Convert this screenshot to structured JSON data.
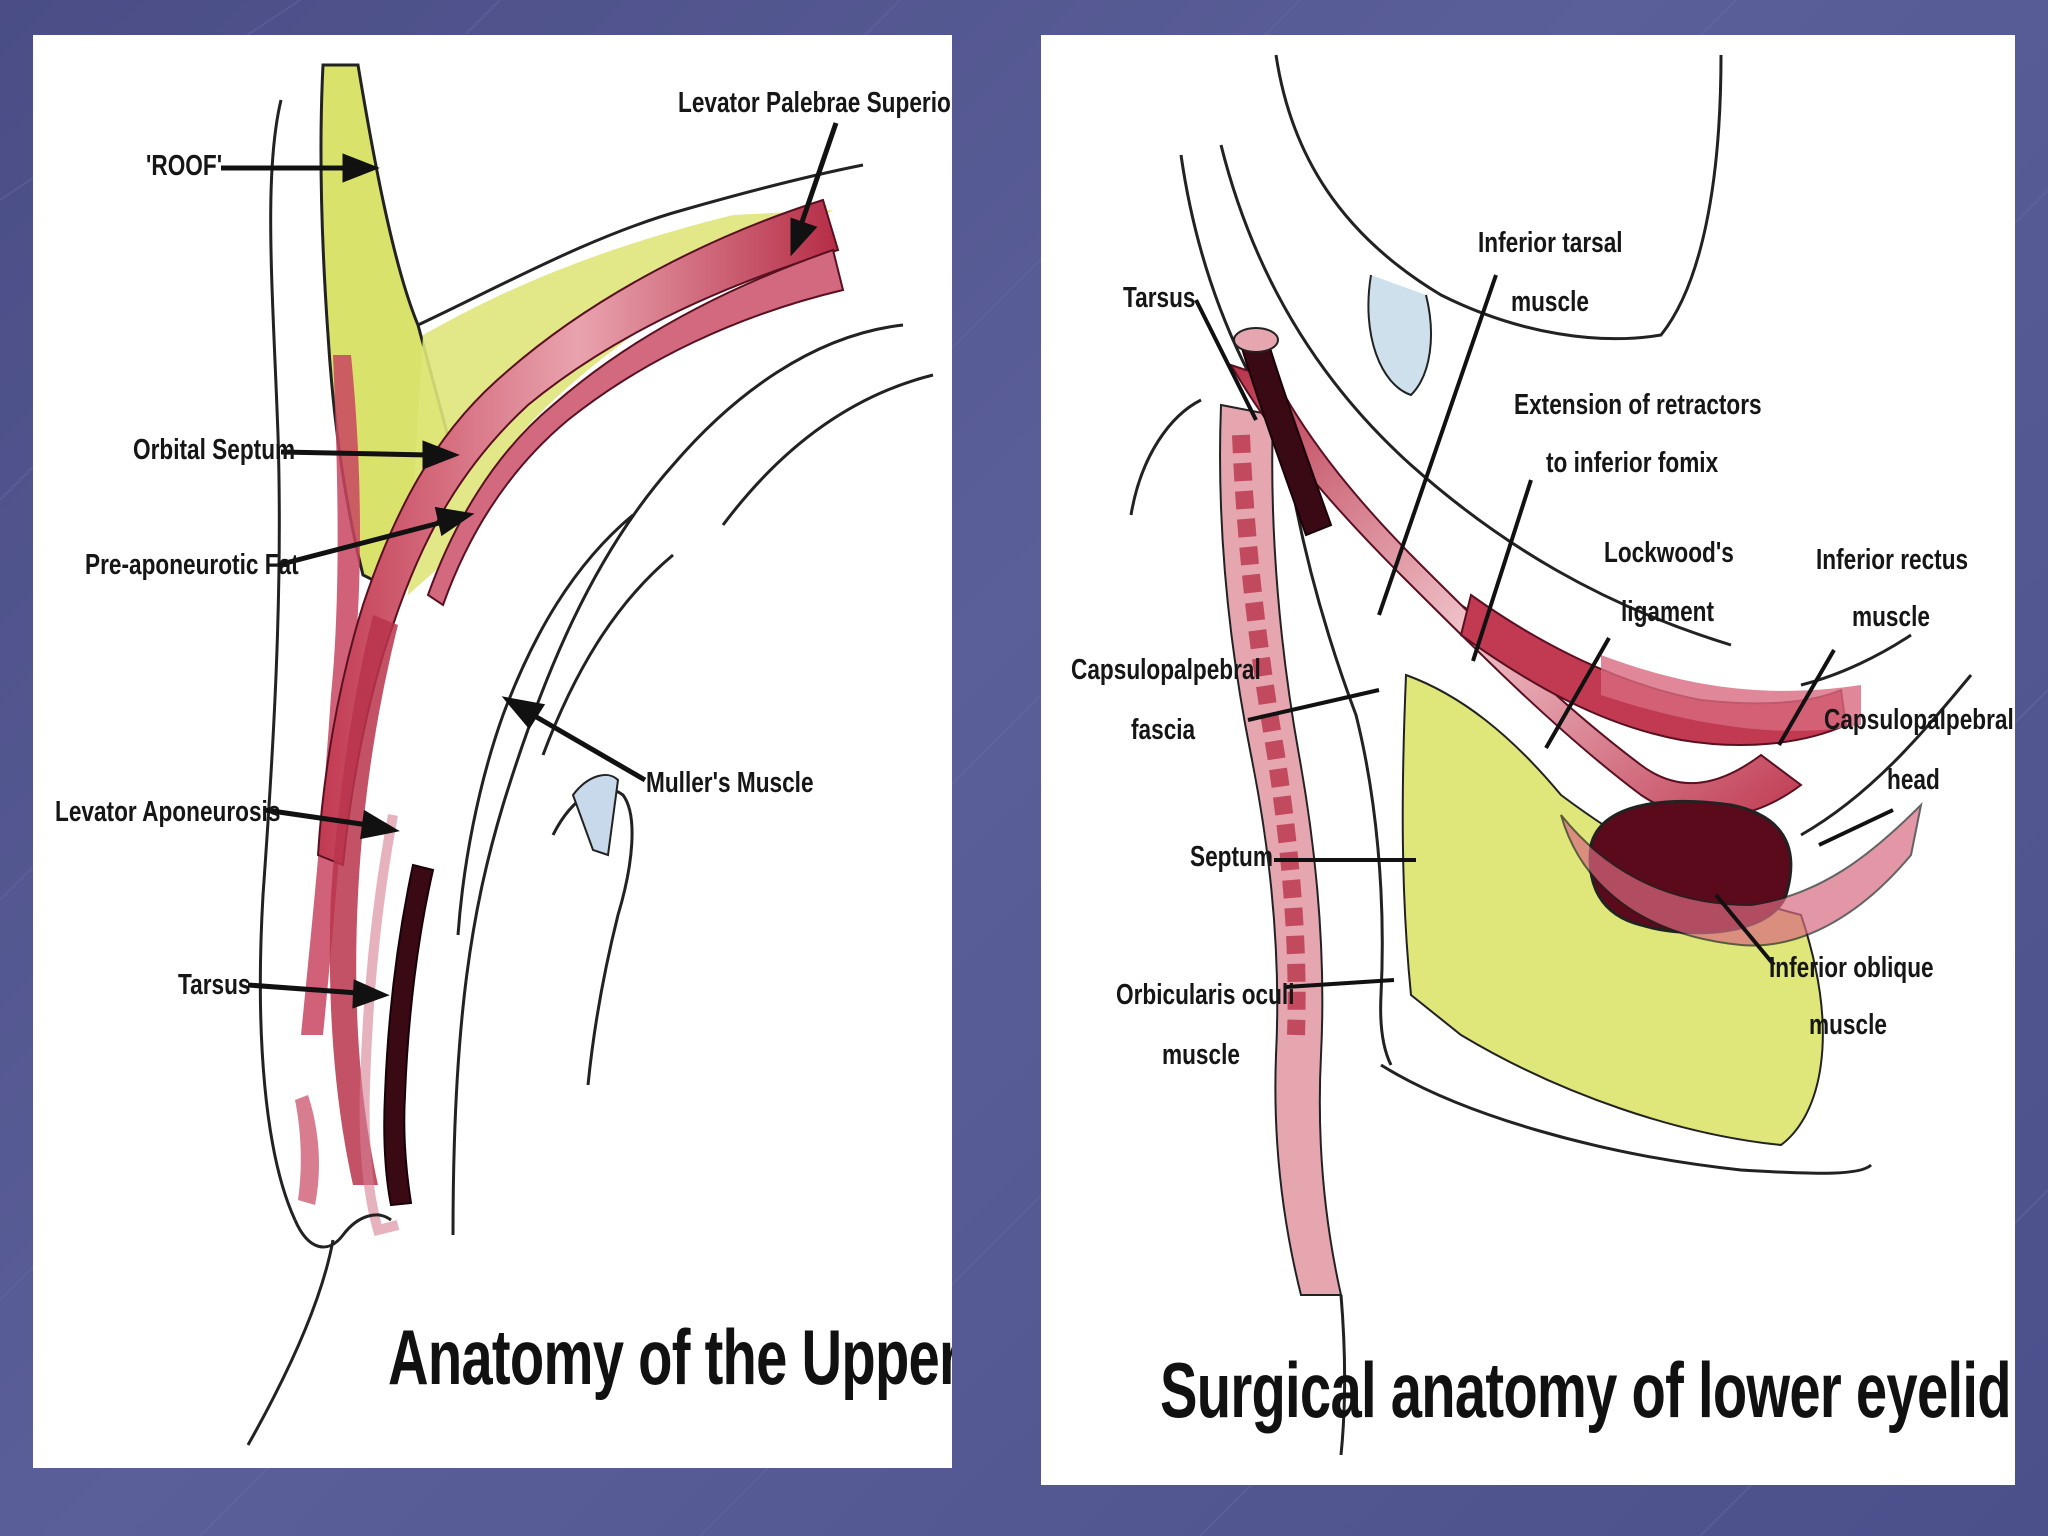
{
  "colors": {
    "background": "#4f538f",
    "muscle": "#b8334a",
    "muscle_light": "#e6a7b0",
    "fat": "#d7e26a",
    "tarsus": "#3a0a14",
    "outline": "#222222"
  },
  "upper_lid": {
    "title": "Anatomy of the Upper Lid",
    "labels": {
      "roof": "'ROOF'",
      "levator_superioris": "Levator Palebrae Superioris",
      "orbital_septum": "Orbital Septum",
      "preaponeurotic_fat": "Pre-aponeurotic Fat",
      "mullers_muscle": "Muller's Muscle",
      "levator_aponeurosis": "Levator Aponeurosis",
      "tarsus": "Tarsus"
    }
  },
  "lower_lid": {
    "title": "Surgical anatomy of lower eyelid",
    "labels": {
      "tarsus": "Tarsus",
      "inferior_tarsal_1": "Inferior tarsal",
      "inferior_tarsal_2": "muscle",
      "extension_1": "Extension of retractors",
      "extension_2": "to inferior fomix",
      "lockwood_1": "Lockwood's",
      "lockwood_2": "ligament",
      "inferior_rectus_1": "Inferior rectus",
      "inferior_rectus_2": "muscle",
      "capsulo_fascia_1": "Capsulopalpebral",
      "capsulo_fascia_2": "fascia",
      "capsulo_head_1": "Capsulopalpebral",
      "capsulo_head_2": "head",
      "septum": "Septum",
      "inferior_oblique_1": "Inferior oblique",
      "inferior_oblique_2": "muscle",
      "orbicularis_1": "Orbicularis oculi",
      "orbicularis_2": "muscle"
    }
  }
}
